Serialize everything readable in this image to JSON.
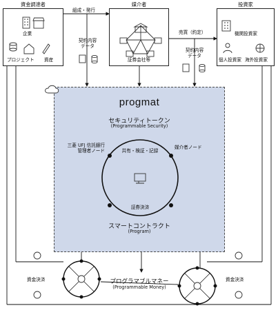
{
  "actors": {
    "issuer": {
      "title": "資金調達者",
      "company": "企業",
      "project": "プロジェクト",
      "assets": "資産"
    },
    "broker": {
      "title": "媒介者",
      "firm": "証券会社等"
    },
    "investor": {
      "title": "投資家",
      "institutional": "機関投資家",
      "individual": "個人投資家",
      "overseas": "海外投資家"
    }
  },
  "flows": {
    "issue": "組成・発行",
    "sale": "売買（約定）",
    "contract_data_left": [
      "契約内容",
      "データ"
    ],
    "contract_data_right": [
      "契約内容",
      "データ"
    ]
  },
  "platform": {
    "logo": "progmat",
    "security_token": "セキュリティトークン",
    "security_token_en": "(Programmable Security)",
    "mufg_node": [
      "三菱 UFJ 信託銀行",
      "管理者ノード"
    ],
    "broker_node": "媒介者ノード",
    "functions": "共有・検証・記録",
    "settlement": "証券決済",
    "smart_contract": "スマートコントラクト",
    "smart_contract_en": "(Program)"
  },
  "money": {
    "title": "プログラマブルマネー",
    "title_en": "(Programmable Money)",
    "settle_left": "資金決済",
    "settle_right": "資金決済"
  },
  "icons": [
    "building-icon",
    "store-icon",
    "database-icon",
    "house-icon",
    "rocket-icon",
    "document-icon",
    "bank-icon",
    "person-icon",
    "globe-icon",
    "monitor-icon",
    "cloud-icon",
    "coin-icon"
  ]
}
